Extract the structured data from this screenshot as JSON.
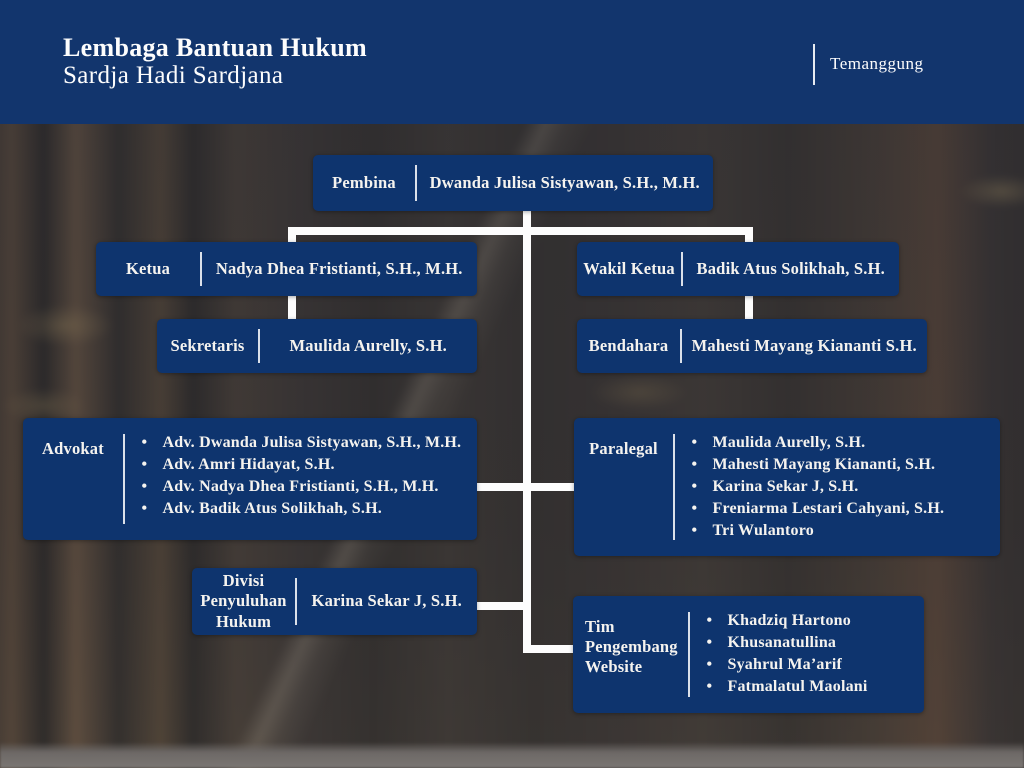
{
  "header": {
    "org_name_line1": "Lembaga Bantuan Hukum",
    "org_name_line2": "Sardja Hadi Sardjana",
    "location": "Temanggung"
  },
  "colors": {
    "header_bg": "#12356d",
    "box_bg": "#0e346e",
    "connector": "#fdfdfd",
    "box_text": "#f5f3ef"
  },
  "boxes": {
    "pembina": {
      "role": "Pembina",
      "name": "Dwanda Julisa Sistyawan, S.H., M.H."
    },
    "ketua": {
      "role": "Ketua",
      "name": "Nadya Dhea Fristianti, S.H., M.H."
    },
    "wakil_ketua": {
      "role": "Wakil Ketua",
      "name": "Badik Atus Solikhah, S.H."
    },
    "sekretaris": {
      "role": "Sekretaris",
      "name": "Maulida Aurelly, S.H."
    },
    "bendahara": {
      "role": "Bendahara",
      "name": "Mahesti Mayang Kiananti S.H."
    },
    "advokat": {
      "role": "Advokat",
      "members": [
        "Adv. Dwanda Julisa Sistyawan, S.H., M.H.",
        "Adv. Amri Hidayat, S.H.",
        "Adv. Nadya Dhea Fristianti, S.H., M.H.",
        "Adv. Badik Atus Solikhah, S.H."
      ]
    },
    "paralegal": {
      "role": "Paralegal",
      "members": [
        "Maulida Aurelly, S.H.",
        "Mahesti Mayang Kiananti, S.H.",
        "Karina Sekar J, S.H.",
        "Freniarma Lestari Cahyani, S.H.",
        "Tri Wulantoro"
      ]
    },
    "divisi_penyuluhan": {
      "role": "Divisi Penyuluhan Hukum",
      "name": "Karina Sekar J, S.H."
    },
    "tim_website": {
      "role": "Tim Pengembang Website",
      "members": [
        "Khadziq Hartono",
        "Khusanatullina",
        "Syahrul Ma’arif",
        "Fatmalatul Maolani"
      ]
    }
  }
}
